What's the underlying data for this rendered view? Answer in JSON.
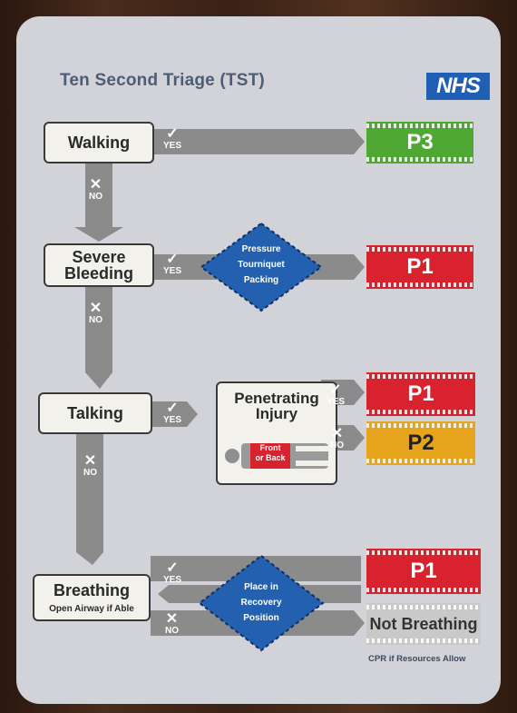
{
  "card": {
    "title": "Ten Second Triage (TST)",
    "logo": "NHS"
  },
  "steps": {
    "walking": "Walking",
    "severe_bleeding_line1": "Severe",
    "severe_bleeding_line2": "Bleeding",
    "talking": "Talking",
    "breathing": "Breathing",
    "breathing_sub": "Open Airway if Able"
  },
  "answers": {
    "yes": "YES",
    "no": "NO",
    "tick_icon": "check-icon",
    "cross_icon": "cross-icon"
  },
  "bleeding_actions": {
    "line1": "Pressure",
    "line2": "Tourniquet",
    "line3": "Packing"
  },
  "penetrating": {
    "line1": "Penetrating",
    "line2": "Injury",
    "figure_label_line1": "Front",
    "figure_label_line2": "or Back"
  },
  "recovery": {
    "line1": "Place in",
    "line2": "Recovery",
    "line3": "Position"
  },
  "priorities": {
    "walking": "P3",
    "bleeding": "P1",
    "penetrating_yes": "P1",
    "penetrating_no": "P2",
    "breathing_yes": "P1",
    "breathing_no": "Not Breathing"
  },
  "footnote": "CPR if Resources Allow",
  "colors": {
    "p3": "#4fa833",
    "p1": "#d8232f",
    "p2": "#e6a51d",
    "not_breathing": "#c9c9c9",
    "diamond": "#2361b0",
    "arrow": "#8b8b8b",
    "nhs": "#1f5fb4"
  }
}
